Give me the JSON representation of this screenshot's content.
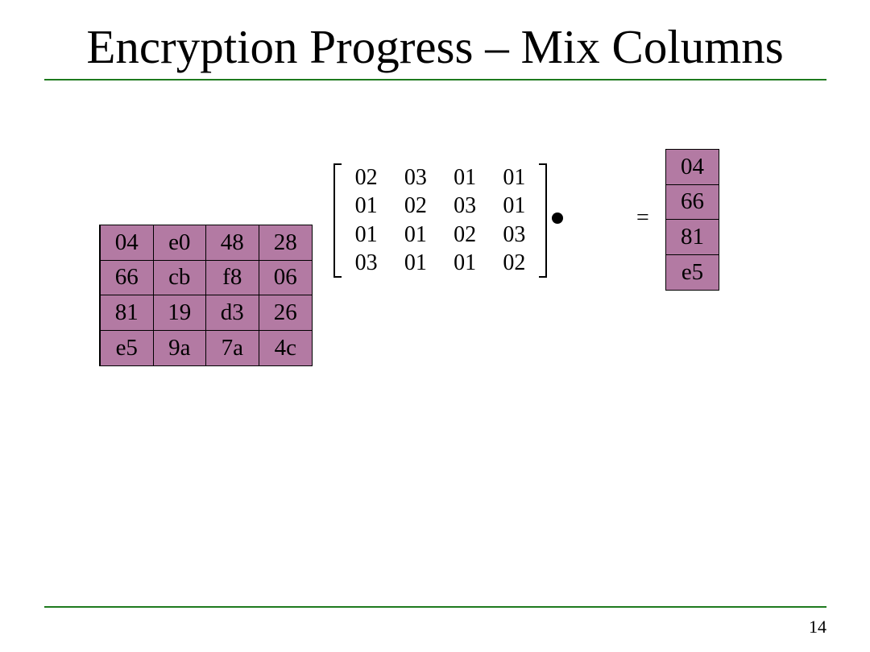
{
  "slide": {
    "title": "Encryption Progress – Mix Columns",
    "page_number": "14"
  },
  "state_grid": [
    [
      "04",
      "e0",
      "48",
      "28"
    ],
    [
      "66",
      "cb",
      "f8",
      "06"
    ],
    [
      "81",
      "19",
      "d3",
      "26"
    ],
    [
      "e5",
      "9a",
      "7a",
      "4c"
    ]
  ],
  "mix_matrix": [
    [
      "02",
      "03",
      "01",
      "01"
    ],
    [
      "01",
      "02",
      "03",
      "01"
    ],
    [
      "01",
      "01",
      "02",
      "03"
    ],
    [
      "03",
      "01",
      "01",
      "02"
    ]
  ],
  "operators": {
    "dot": "•",
    "equals": "="
  },
  "result_column": [
    "04",
    "66",
    "81",
    "e5"
  ],
  "colors": {
    "cell_fill": "#b37aa3",
    "rule": "#1e7a1e"
  }
}
